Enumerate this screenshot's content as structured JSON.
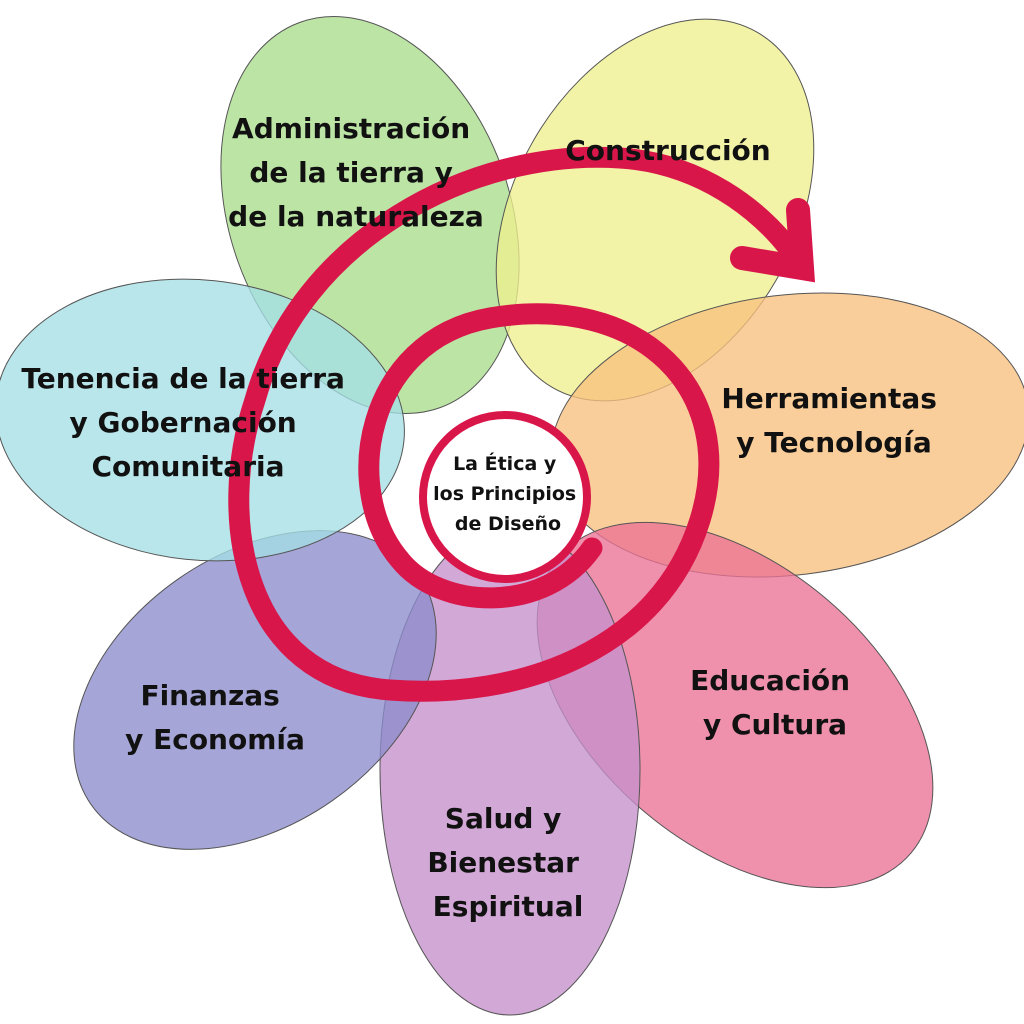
{
  "center": {
    "lines": [
      "La Ética y",
      "los Principios",
      "de Diseño"
    ]
  },
  "petals": [
    {
      "id": "land-stewardship",
      "color": "#a9dc8c",
      "lines": [
        "Administración",
        "de la tierra y",
        "de la naturaleza"
      ]
    },
    {
      "id": "construction",
      "color": "#eef08e",
      "lines": [
        "Construcción"
      ]
    },
    {
      "id": "tools-technology",
      "color": "#f8c07e",
      "lines": [
        "Herramientas",
        "y Tecnología"
      ]
    },
    {
      "id": "education-culture",
      "color": "#eb7295",
      "lines": [
        "Educación",
        "y Cultura"
      ]
    },
    {
      "id": "health-wellbeing",
      "color": "#c590cc",
      "lines": [
        "Salud y",
        "Bienestar",
        "Espiritual"
      ]
    },
    {
      "id": "finance-economy",
      "color": "#8c8ccc",
      "lines": [
        "Finanzas",
        "y Economía"
      ]
    },
    {
      "id": "land-tenure",
      "color": "#a4dfe6",
      "lines": [
        "Tenencia de la tierra",
        "y Gobernación",
        "Comunitaria"
      ]
    }
  ],
  "colors": {
    "spiral": "#d9164a",
    "petal_stroke": "#555555",
    "center_fill": "#ffffff"
  }
}
